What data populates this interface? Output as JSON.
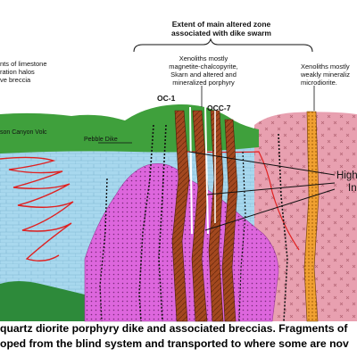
{
  "labels": {
    "zone_title_line1": "Extent of main altered zone",
    "zone_title_line2": "associated with dike swarm",
    "center_note": [
      "Xenoliths mostly",
      "magnetite-chalcopyrite,",
      "Skarn and altered and",
      "mineralized porphyry"
    ],
    "right_note": [
      "Xenoliths mostly",
      "weakly mineraliz",
      "microdiorite."
    ],
    "left_note": [
      "nts of limestone",
      "ration halos",
      "ve breccia"
    ],
    "oc1": "OC-1",
    "occ7": "OCC-7",
    "canyon_volc": "son Canyon Volc",
    "pebble_dike": "Pebble Dike",
    "high_line1": "High",
    "high_line2": "In"
  },
  "caption": {
    "line1": "quartz diorite porphyry dike and associated breccias. Fragments of",
    "line2": "oped from the blind system and transported to where some are nov"
  },
  "colors": {
    "sky": "#ffffff",
    "volcanic_green": "#3fa03c",
    "limestone_blue": "#a8d8ee",
    "porphyry_magenta": "#dd66dd",
    "granite_pink": "#e8a0b0",
    "dike_brown": "#a3481f",
    "orange_dike": "#f0a030",
    "red_trace": "#e02020",
    "dark_green_base": "#2d8a3a"
  }
}
